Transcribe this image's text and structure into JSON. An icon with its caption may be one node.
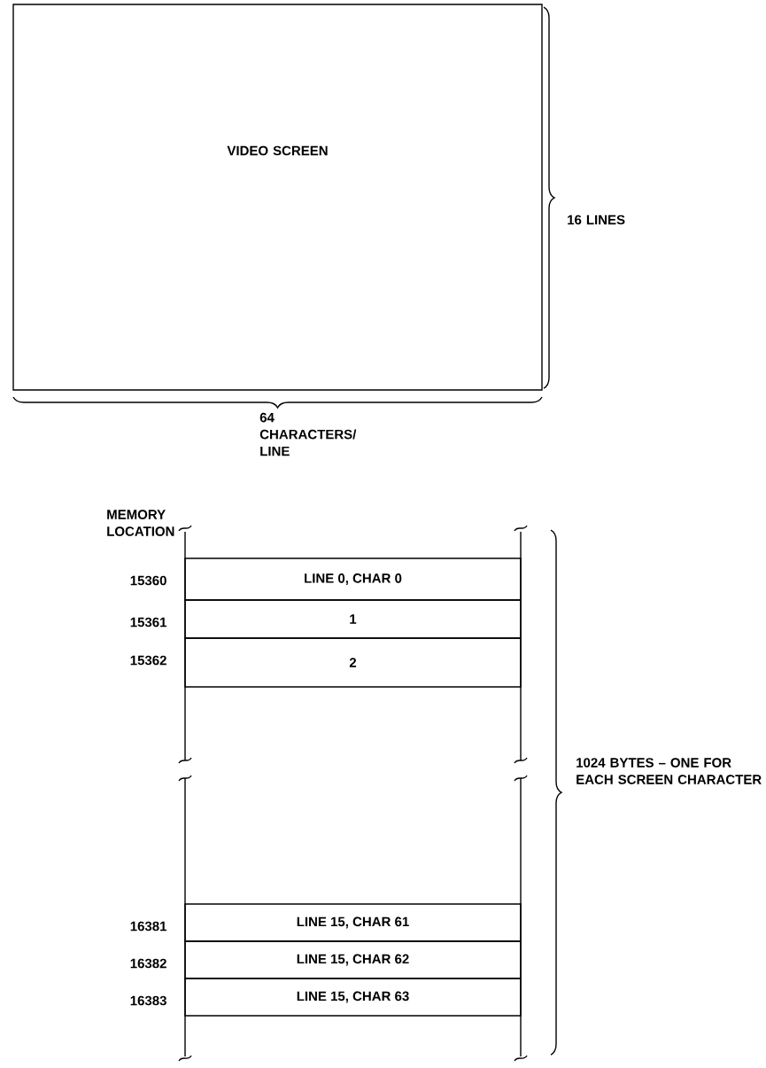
{
  "diagram": {
    "nodes": [
      {
        "text": [
          "VIDEO SCREEN"
        ]
      },
      {
        "text": [
          "LINE 0, CHAR 0"
        ],
        "beside": [
          "15360"
        ]
      },
      {
        "text": [
          "1"
        ],
        "beside": [
          "15361"
        ]
      },
      {
        "text": [
          "2"
        ],
        "beside": [
          "15362"
        ]
      },
      {
        "text": [
          "LINE 15, CHAR 61"
        ],
        "beside": [
          "16381"
        ]
      },
      {
        "text": [
          "LINE 15, CHAR 62"
        ],
        "beside": [
          "16382"
        ]
      },
      {
        "text": [
          "LINE 15, CHAR 63"
        ],
        "beside": [
          "16383"
        ]
      }
    ],
    "labels": [
      "16 LINES",
      "64 CHARACTERS/ LINE",
      "MEMORY LOCATION",
      "1024 BYTES – ONE FOR EACH SCREEN CHARACTER"
    ]
  }
}
